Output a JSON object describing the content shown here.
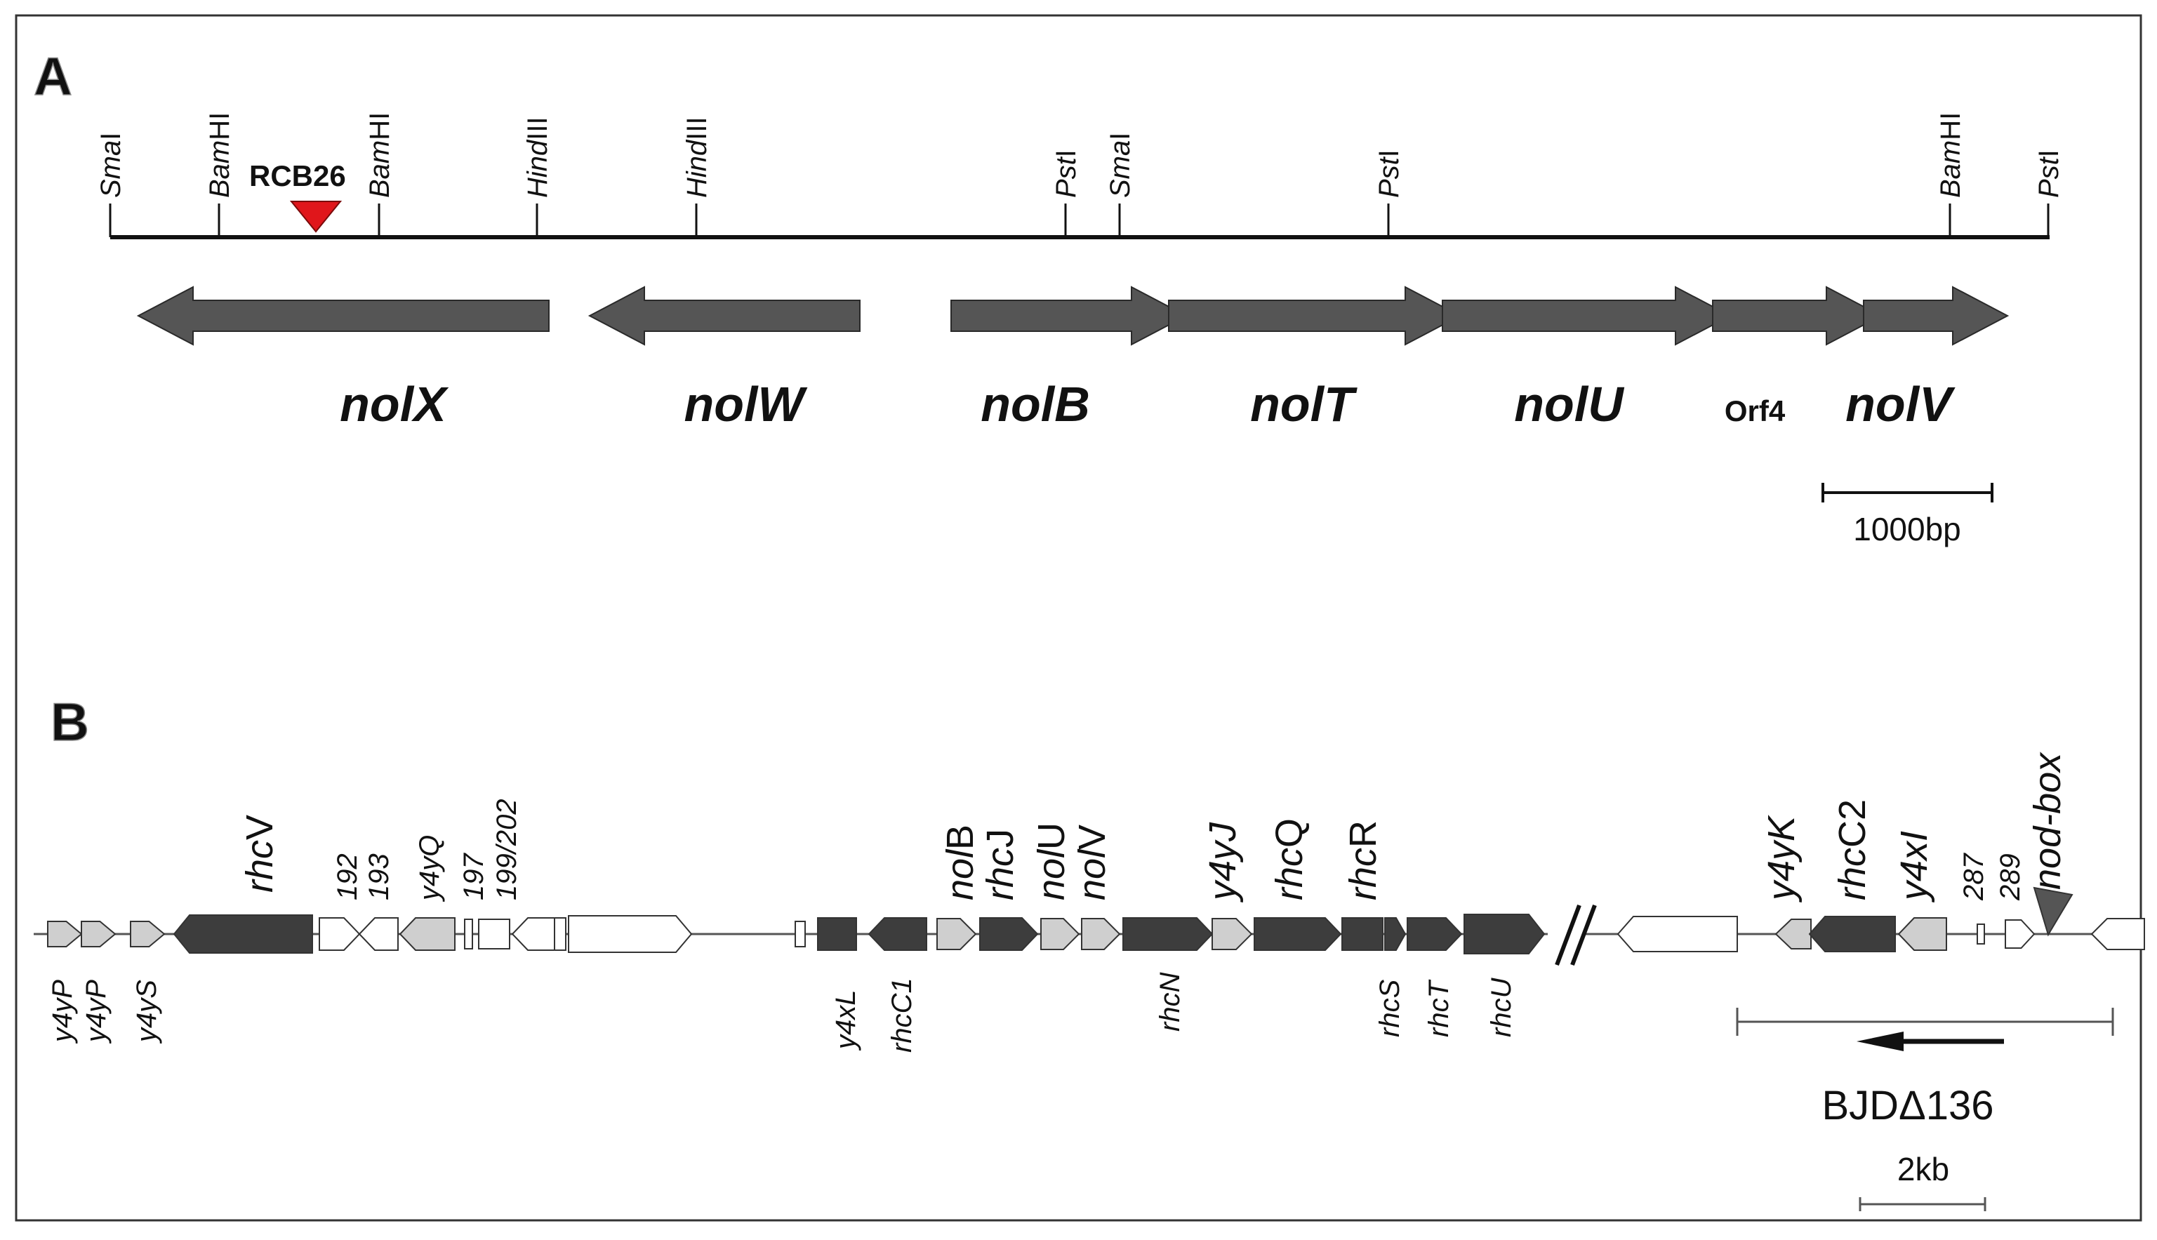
{
  "panel_a": {
    "letter": "A",
    "restriction_sites": [
      {
        "enzyme": "SmaI",
        "italic": "Sma",
        "suffix": "I"
      },
      {
        "enzyme": "BamHI",
        "italic": "Bam",
        "suffix": "HI"
      },
      {
        "enzyme": "BamHI",
        "italic": "Bam",
        "suffix": "HI"
      },
      {
        "enzyme": "HindIII",
        "italic": "Hind",
        "suffix": "III"
      },
      {
        "enzyme": "HindIII",
        "italic": "Hind",
        "suffix": "III"
      },
      {
        "enzyme": "PstI",
        "italic": "Pst",
        "suffix": "I"
      },
      {
        "enzyme": "SmaI",
        "italic": "Sma",
        "suffix": "I"
      },
      {
        "enzyme": "PstI",
        "italic": "Pst",
        "suffix": "I"
      },
      {
        "enzyme": "BamHI",
        "italic": "Bam",
        "suffix": "HI"
      },
      {
        "enzyme": "PstI",
        "italic": "Pst",
        "suffix": "I"
      }
    ],
    "insertion": {
      "label": "RCB26",
      "color": "#e0161b"
    },
    "genes": [
      {
        "name": "nolX",
        "direction": "left"
      },
      {
        "name": "nolW",
        "direction": "left"
      },
      {
        "name": "nolB",
        "direction": "right"
      },
      {
        "name": "nolT",
        "direction": "right"
      },
      {
        "name": "nolU",
        "direction": "right"
      },
      {
        "name": "Orf4",
        "direction": "right"
      },
      {
        "name": "nolV",
        "direction": "right"
      }
    ],
    "scale_bar": "1000bp",
    "gene_color": "#555555"
  },
  "panel_b": {
    "letter": "B",
    "upper_labels": [
      {
        "text": "rhcV",
        "italic_part": "rhc",
        "rest": "V"
      },
      {
        "text": "192"
      },
      {
        "text": "193"
      },
      {
        "text": "y4yQ"
      },
      {
        "text": "197"
      },
      {
        "text": "199/202"
      },
      {
        "text": "nolB",
        "italic_part": "nol",
        "rest": "B"
      },
      {
        "text": "rhcJ",
        "italic_part": "rhc",
        "rest": "J"
      },
      {
        "text": "nolU",
        "italic_part": "nol",
        "rest": "U"
      },
      {
        "text": "nolV",
        "italic_part": "nol",
        "rest": "V"
      },
      {
        "text": "y4yJ"
      },
      {
        "text": "rhcQ",
        "italic_part": "rhc",
        "rest": "Q"
      },
      {
        "text": "rhcR",
        "italic_part": "rhc",
        "rest": "R"
      },
      {
        "text": "y4yK"
      },
      {
        "text": "rhcC2",
        "italic_part": "rhc",
        "rest": "C2"
      },
      {
        "text": "y4xI"
      },
      {
        "text": "287"
      },
      {
        "text": "289"
      },
      {
        "text": "nod-box"
      }
    ],
    "lower_labels": [
      {
        "text": "y4yP"
      },
      {
        "text": "y4yP"
      },
      {
        "text": "y4yS"
      },
      {
        "text": "y4xL"
      },
      {
        "text": "rhcC1"
      },
      {
        "text": "rhcN"
      },
      {
        "text": "rhcS"
      },
      {
        "text": "rhcT"
      },
      {
        "text": "rhcU"
      }
    ],
    "deletion": "BJDΔ136",
    "scale_bar": "2kb",
    "colors": {
      "dark": "#3d3d3d",
      "light": "#cfcfcf",
      "white": "#ffffff"
    }
  }
}
